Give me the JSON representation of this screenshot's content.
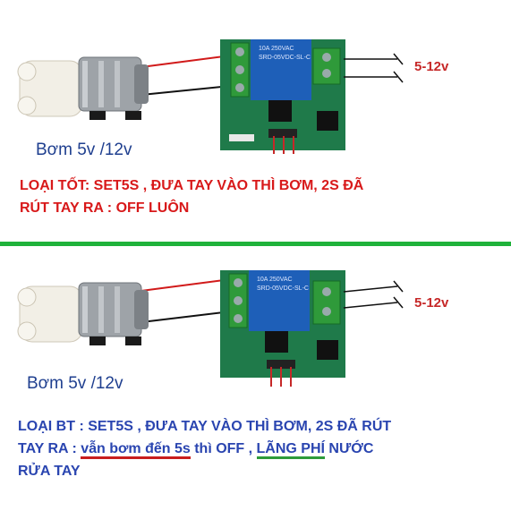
{
  "top": {
    "pump_label": "Bơm 5v /12v",
    "voltage_label": "5-12v",
    "caption_line1": "LOẠI TỐT: SET5S , ĐƯA TAY VÀO THÌ BƠM, 2S ĐÃ",
    "caption_line2": "RÚT TAY RA : OFF LUÔN",
    "relay_text1": "SRD-05VDC-SL-C",
    "relay_text2": "10A 250VAC"
  },
  "bottom": {
    "pump_label": "Bơm 5v /12v",
    "voltage_label": "5-12v",
    "caption_line1": "LOẠI BT : SET5S , ĐƯA TAY VÀO THÌ BƠM, 2S ĐÃ RÚT",
    "caption_line2_a": "TAY RA : ",
    "caption_line2_underline_red": "vẫn bơm đến 5s",
    "caption_line2_b": " thì OFF , ",
    "caption_line2_underline_green": "LÃNG PHÍ",
    "caption_line2_c": " NƯỚC",
    "caption_line3": "RỬA TAY",
    "relay_text1": "SRD-05VDC-SL-C",
    "relay_text2": "10A 250VAC"
  },
  "colors": {
    "pcb_green": "#1f7a4a",
    "relay_blue": "#1e5fb8",
    "terminal_green": "#2f9a3a",
    "divider_green": "#1fb23a",
    "caption_red": "#d8191a",
    "caption_blue": "#2a45b0"
  }
}
